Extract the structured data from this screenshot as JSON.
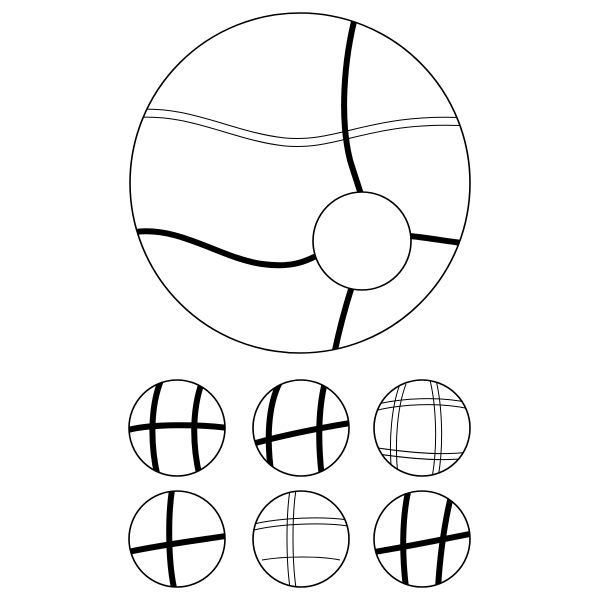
{
  "puzzle": {
    "stroke_color": "#000000",
    "background_color": "#ffffff",
    "main_ball": {
      "description_icon": "ball-with-missing-piece-icon"
    },
    "options": [
      {
        "id": "option-1",
        "style": "thick-lines"
      },
      {
        "id": "option-2",
        "style": "thick-lines"
      },
      {
        "id": "option-3",
        "style": "double-outline-lines"
      },
      {
        "id": "option-4",
        "style": "thick-lines"
      },
      {
        "id": "option-5",
        "style": "double-outline-lines"
      },
      {
        "id": "option-6",
        "style": "thick-lines"
      }
    ]
  }
}
